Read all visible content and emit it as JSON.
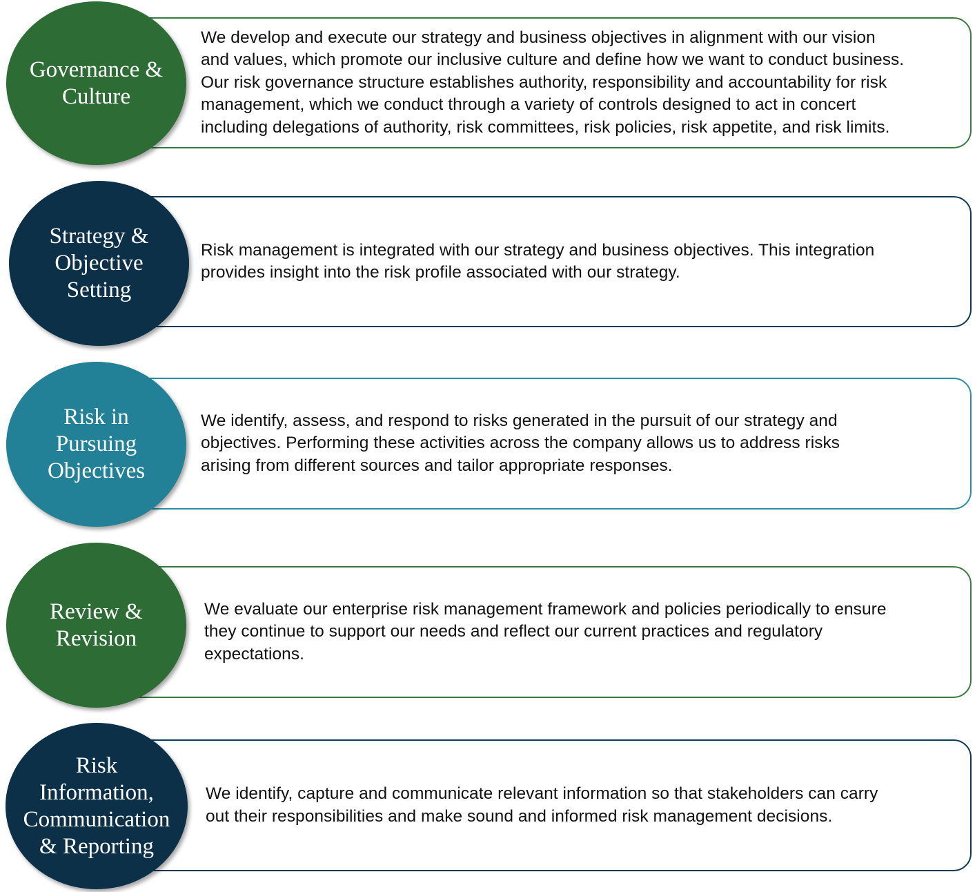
{
  "colors": {
    "green": "#2e6c36",
    "navy": "#0b3048",
    "teal": "#228196",
    "border_green": "#3b7a43",
    "border_navy": "#0d3a55",
    "border_teal": "#2c8da3"
  },
  "steps": [
    {
      "label": "Governance &\nCulture",
      "description": "We develop and execute our strategy and business objectives in alignment with our vision\nand values, which promote our inclusive culture and define how we want to conduct business.\nOur risk governance structure establishes authority, responsibility and accountability for risk\nmanagement,  which we conduct through a variety of controls designed to act in concert\nincluding delegations of authority, risk committees, risk policies, risk appetite, and risk limits."
    },
    {
      "label": "Strategy &\nObjective\nSetting",
      "description": "Risk management  is integrated with our strategy and business objectives. This integration\nprovides insight into the risk profile associated with our strategy."
    },
    {
      "label": "Risk in\nPursuing\nObjectives",
      "description": "We identify, assess, and respond to risks generated in the pursuit of our strategy and\nobjectives. Performing these activities across the company allows us to address risks\narising from different sources and tailor appropriate responses."
    },
    {
      "label": "Review &\nRevision",
      "description": "We evaluate our enterprise risk management  framework and policies periodically to ensure\nthey continue to support our needs and reflect our current practices and regulatory\nexpectations."
    },
    {
      "label": "Risk\nInformation,\nCommunication\n& Reporting",
      "description": "We identify, capture and communicate relevant information so that stakeholders can carry\nout their responsibilities and make sound and informed risk management decisions."
    }
  ]
}
